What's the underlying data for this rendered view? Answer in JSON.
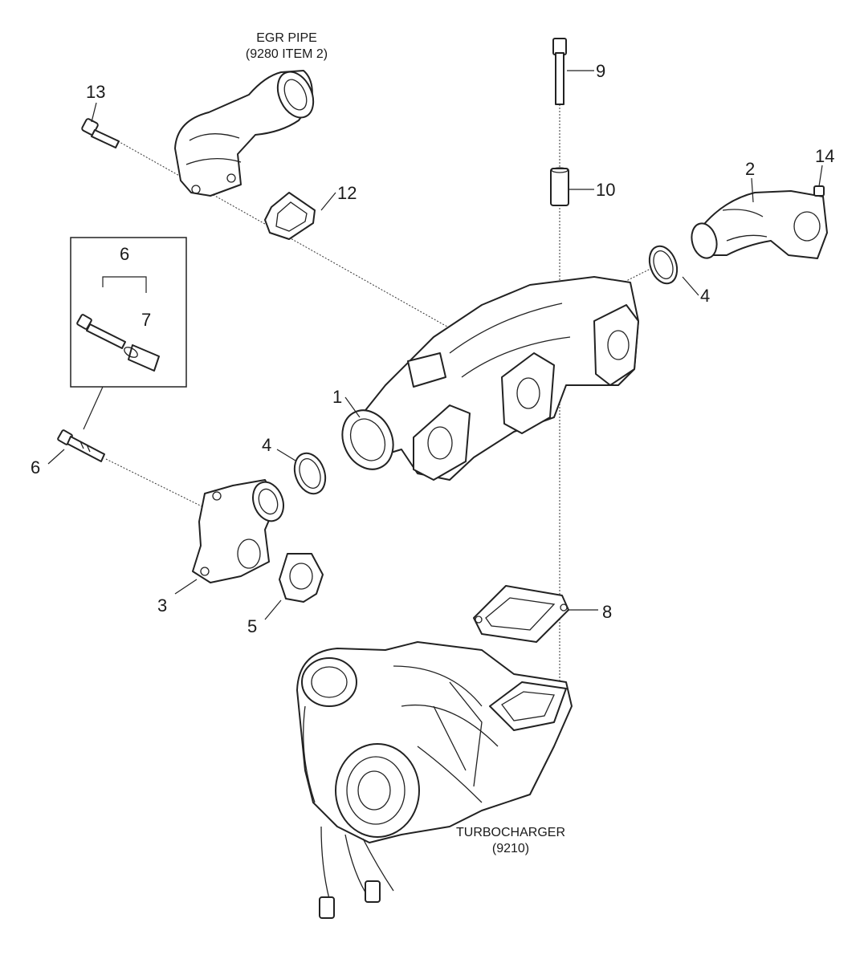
{
  "captions": {
    "egr_title": "EGR PIPE",
    "egr_ref": "(9280 ITEM 2)",
    "turbo_title": "TURBOCHARGER",
    "turbo_ref": "(9210)"
  },
  "callouts": {
    "c1": "1",
    "c2": "2",
    "c3": "3",
    "c4a": "4",
    "c4b": "4",
    "c5": "5",
    "c6box": "6",
    "c6": "6",
    "c7": "7",
    "c8": "8",
    "c9": "9",
    "c10": "10",
    "c12": "12",
    "c13": "13",
    "c14": "14"
  }
}
